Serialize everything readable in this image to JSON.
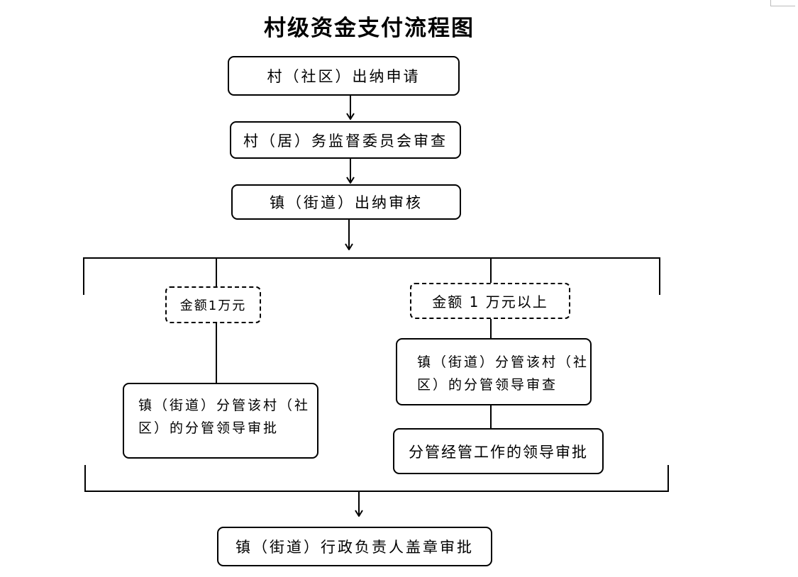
{
  "title": "村级资金支付流程图",
  "steps": {
    "step1": "村（社区）出纳申请",
    "step2": "村（居）务监督委员会审查",
    "step3": "镇（街道）出纳审核",
    "final": "镇（街道）行政负责人盖章审批"
  },
  "left_branch": {
    "condition": "金额1万元",
    "approval_line1": "镇（街道）分管该村（社",
    "approval_line2": "区）的分管领导审批"
  },
  "right_branch": {
    "condition": "金额 1 万元以上",
    "review_line1": "镇（街道）分管该村（社",
    "review_line2": "区）的分管领导审查",
    "approval": "分管经管工作的领导审批"
  }
}
